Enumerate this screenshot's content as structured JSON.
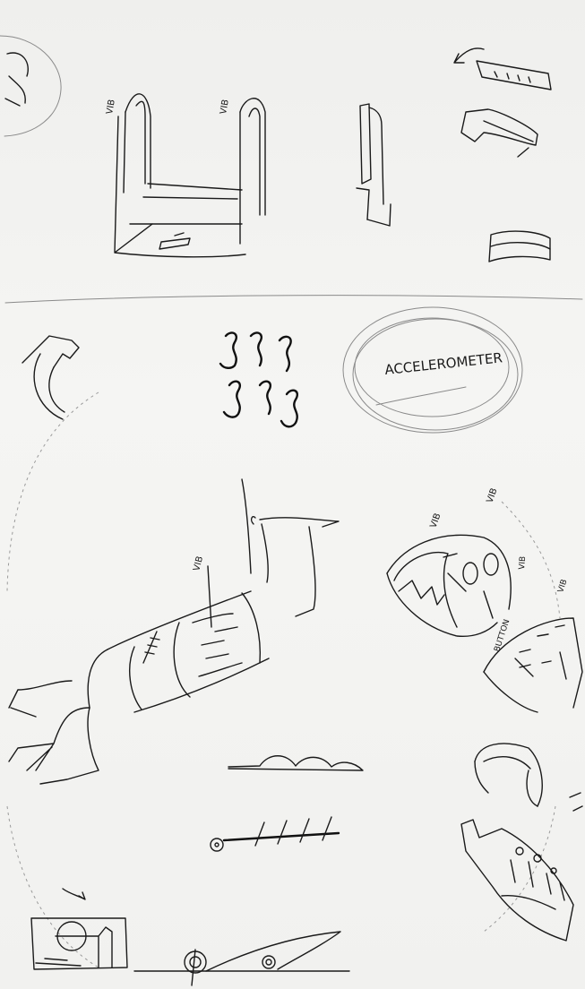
{
  "labels": {
    "accelerometer": "ACCELEROMETER",
    "vib_top_left": "VIB",
    "vib_top_right": "VIB",
    "vib_arm": "VIB",
    "vib_band_1": "VIB",
    "vib_band_2": "VIB",
    "vib_band_3": "VIB",
    "vib_band_4": "VIB",
    "button": "BUTTON"
  },
  "colors": {
    "paper": "#f2f2f0",
    "ink": "#1a1a1a",
    "pencil": "#8a8a8a"
  }
}
